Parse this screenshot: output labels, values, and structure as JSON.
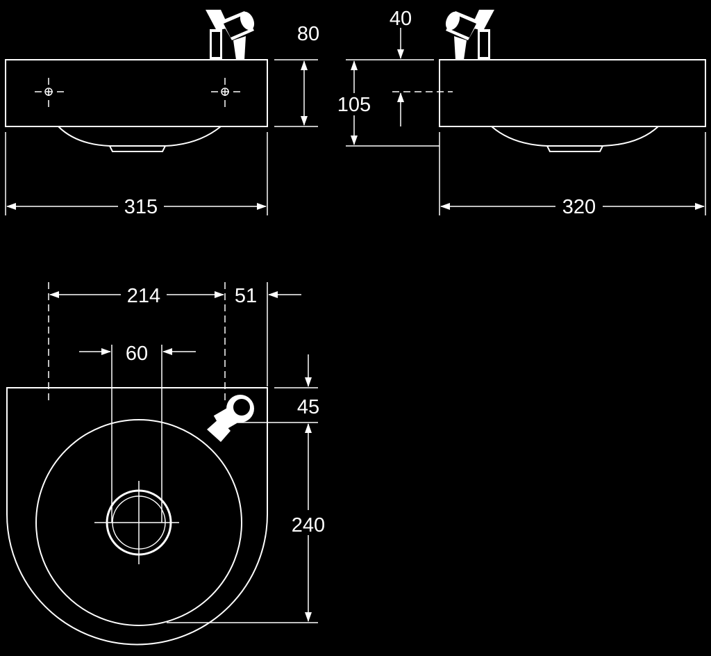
{
  "dimensions": {
    "front_width": "315",
    "front_height": "80",
    "side_width": "320",
    "side_height": "105",
    "side_offset": "40",
    "top_width": "214",
    "top_spout_offset": "51",
    "top_drain_width": "60",
    "top_spout_depth": "45",
    "top_depth": "240"
  },
  "colors": {
    "background": "#000000",
    "line": "#ffffff"
  }
}
